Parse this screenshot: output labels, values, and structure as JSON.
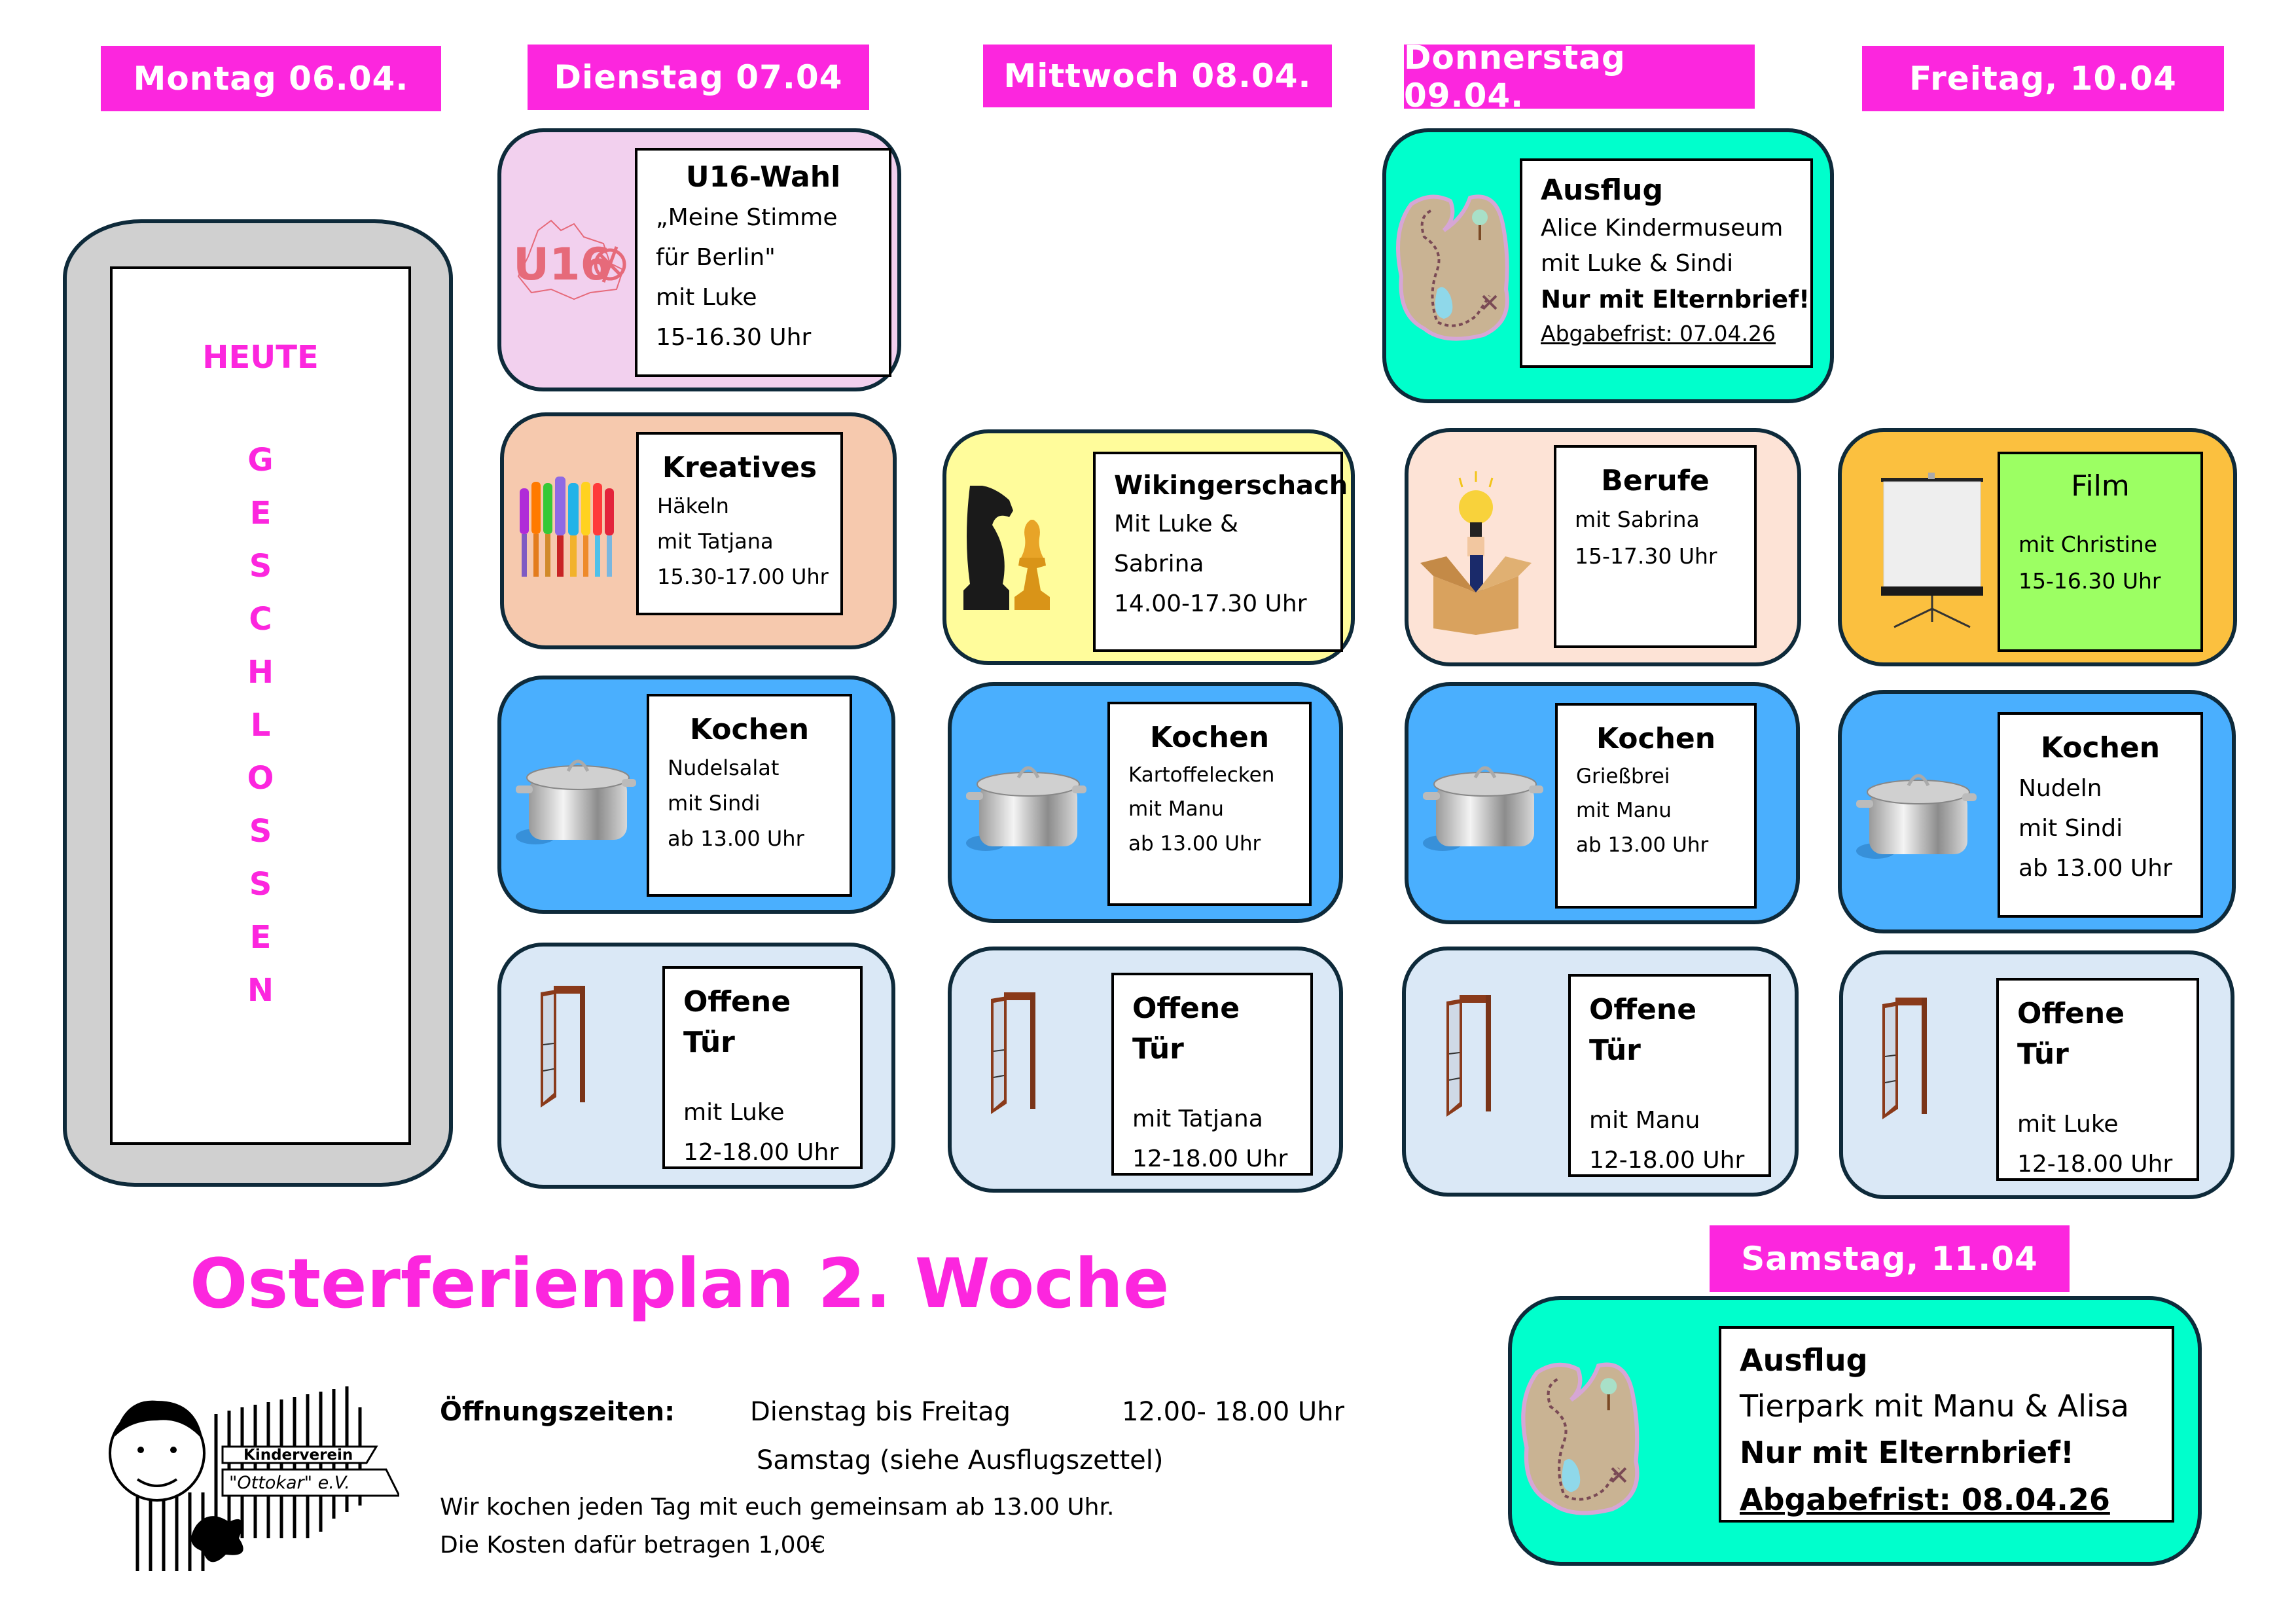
{
  "document": {
    "title": "Osterferienplan 2. Woche",
    "colors": {
      "header_bg": "#fc26de",
      "title": "#fc26de",
      "closed_text": "#fc26de",
      "u16_card": "#f2d0ee",
      "kreatives_card": "#f6c9ae",
      "ausflug_card": "#00ffcc",
      "schach_card": "#fffc9b",
      "berufe_card": "#fde3d6",
      "film_card": "#fbc03f",
      "film_inner": "#9cff63",
      "kochen_card": "#4aaffe",
      "offene_tuer_card": "#dae8f6",
      "closed_card": "#d0d0d0"
    }
  },
  "days": {
    "monday": "Montag 06.04.",
    "tuesday": "Dienstag 07.04",
    "wednesday": "Mittwoch 08.04.",
    "thursday": "Donnerstag 09.04.",
    "friday": "Freitag, 10.04",
    "saturday": "Samstag, 11.04"
  },
  "closed": {
    "heute": "HEUTE",
    "letters": [
      "G",
      "E",
      "S",
      "C",
      "H",
      "L",
      "O",
      "S",
      "S",
      "E",
      "N"
    ]
  },
  "events": {
    "u16": {
      "title": "U16-Wahl",
      "lines": [
        "„Meine Stimme",
        "für Berlin\"",
        "mit Luke",
        "15-16.30 Uhr"
      ],
      "logo": "U16"
    },
    "kreatives": {
      "title": "Kreatives",
      "lines": [
        "Häkeln",
        "mit Tatjana",
        "15.30-17.00 Uhr"
      ]
    },
    "ausflug_thu": {
      "title": "Ausflug",
      "lines": [
        "Alice Kindermuseum",
        "mit Luke & Sindi"
      ],
      "warning": "Nur mit Elternbrief!",
      "deadline": "Abgabefrist: 07.04.26"
    },
    "schach": {
      "title": "Wikingerschach",
      "lines": [
        "Mit Luke &",
        "Sabrina",
        "14.00-17.30 Uhr"
      ]
    },
    "berufe": {
      "title": "Berufe",
      "lines": [
        "mit Sabrina",
        "15-17.30 Uhr"
      ]
    },
    "film": {
      "title": "Film",
      "lines": [
        "mit Christine",
        "15-16.30 Uhr"
      ]
    },
    "kochen_tue": {
      "title": "Kochen",
      "lines": [
        "Nudelsalat",
        "mit Sindi",
        "ab 13.00 Uhr"
      ]
    },
    "kochen_wed": {
      "title": "Kochen",
      "lines": [
        "Kartoffelecken",
        "mit Manu",
        "ab 13.00 Uhr"
      ]
    },
    "kochen_thu": {
      "title": "Kochen",
      "lines": [
        "Grießbrei",
        "mit Manu",
        "ab 13.00 Uhr"
      ]
    },
    "kochen_fri": {
      "title": "Kochen",
      "lines": [
        "Nudeln",
        "mit Sindi",
        "ab 13.00 Uhr"
      ]
    },
    "tuer_tue": {
      "title": "Offene Tür",
      "lines": [
        "mit Luke",
        "12-18.00 Uhr"
      ]
    },
    "tuer_wed": {
      "title": "Offene Tür",
      "lines": [
        "mit Tatjana",
        "12-18.00 Uhr"
      ]
    },
    "tuer_thu": {
      "title": "Offene Tür",
      "lines": [
        "mit Manu",
        "12-18.00 Uhr"
      ]
    },
    "tuer_fri": {
      "title": "Offene Tür",
      "lines": [
        "mit Luke",
        "12-18.00 Uhr"
      ]
    },
    "ausflug_sat": {
      "title": "Ausflug",
      "lines": [
        "Tierpark mit Manu & Alisa"
      ],
      "warning": "Nur mit Elternbrief!",
      "deadline": "Abgabefrist: 08.04.26"
    }
  },
  "footer": {
    "logo_line1": "Kinderverein",
    "logo_line2": "\"Ottokar\" e.V.",
    "hours_label": "Öffnungszeiten:",
    "weekdays": "Dienstag bis Freitag",
    "weekday_hours": "12.00- 18.00 Uhr",
    "saturday": "Samstag (siehe Ausflugszettel)",
    "cooking_note": "Wir kochen jeden Tag mit euch gemeinsam ab 13.00 Uhr.",
    "cost_note": "Die Kosten dafür betragen 1,00€"
  }
}
